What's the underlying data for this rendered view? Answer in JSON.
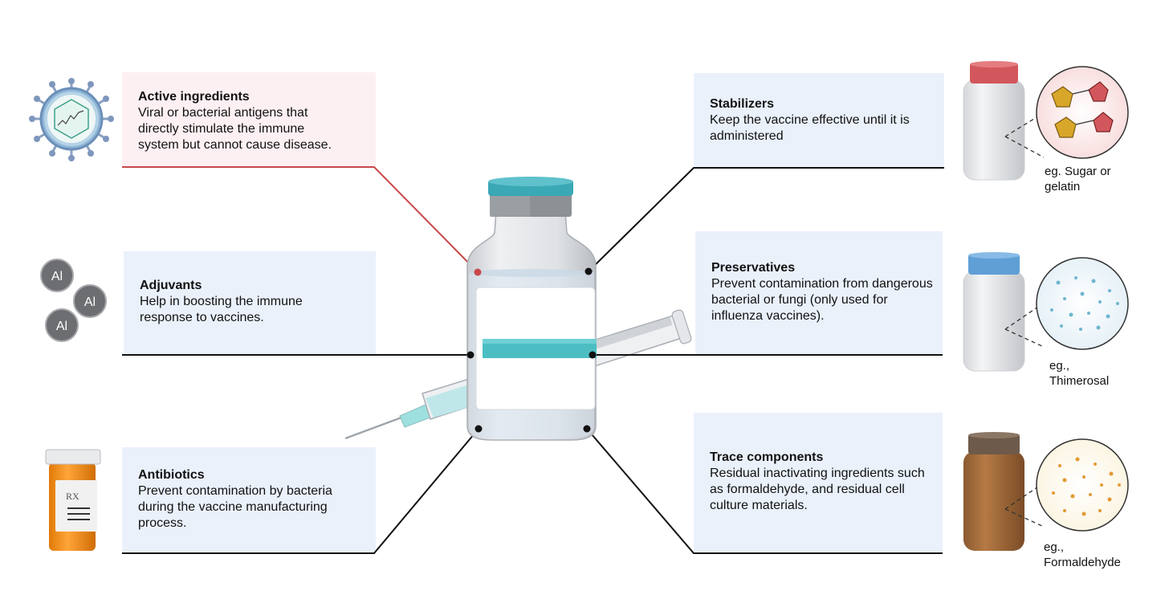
{
  "colors": {
    "box_blue": "#eaf1fb",
    "box_pink": "#fdf0f3",
    "active_line": "#c9484b",
    "connector": "#111111",
    "cap_teal": "#3aa8b5",
    "band_teal": "#4cbec3",
    "cap_red": "#d2575c",
    "cap_blue": "#5f9fd6",
    "cap_brown": "#6e5a4a",
    "amber_bottle": "#f08a12"
  },
  "left": {
    "active": {
      "title": "Active ingredients",
      "desc": "Viral or bacterial antigens that directly stimulate the immune system but cannot cause disease."
    },
    "adjuvants": {
      "title": "Adjuvants",
      "desc": "Help in boosting the immune response to vaccines."
    },
    "antibiotics": {
      "title": "Antibiotics",
      "desc": "Prevent contamination by bacteria during the vaccine manufacturing process."
    }
  },
  "right": {
    "stabilizers": {
      "title": "Stabilizers",
      "desc": "Keep the vaccine effective until it is administered",
      "example": "eg. Sugar or gelatin"
    },
    "preservatives": {
      "title": "Preservatives",
      "desc": "Prevent contamination from dangerous bacterial or fungi (only used for  influenza vaccines).",
      "example": "eg., Thimerosal"
    },
    "trace": {
      "title": "Trace components",
      "desc": "Residual inactivating ingredients such as formaldehyde, and residual cell culture materials.",
      "example": "eg., Formaldehyde"
    }
  },
  "adjuvant_symbol": "Al",
  "rx_symbol": "RX",
  "icons": [
    "virus-icon",
    "aluminium-particles-icon",
    "pill-bottle-icon",
    "vaccine-vial-icon",
    "syringe-icon",
    "sugar-bottle-icon",
    "thimerosal-bottle-icon",
    "formaldehyde-bottle-icon"
  ]
}
